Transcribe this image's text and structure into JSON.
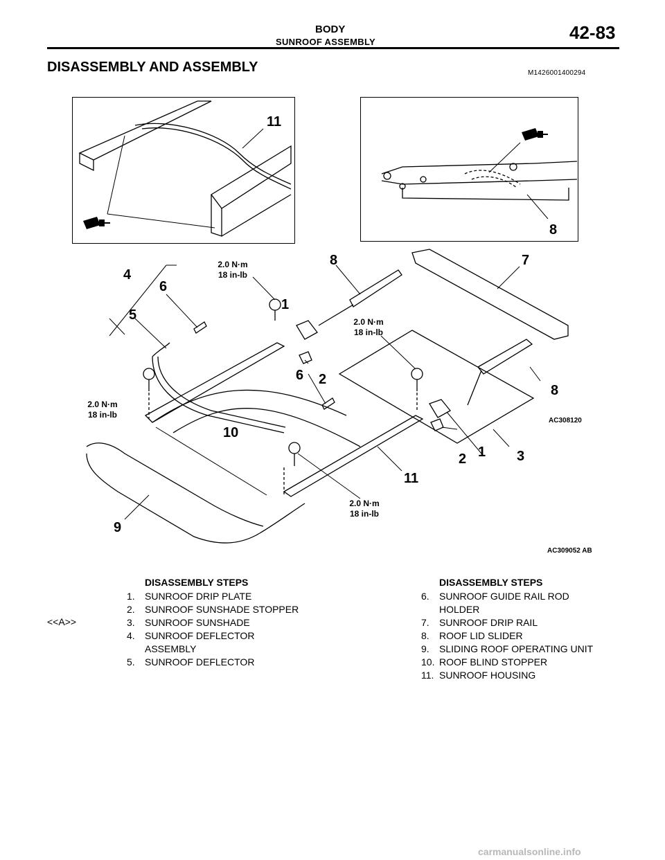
{
  "header": {
    "section": "BODY",
    "subsection": "SUNROOF ASSEMBLY",
    "page": "42-83"
  },
  "title": "DISASSEMBLY AND ASSEMBLY",
  "doc_id": "M1426001400294",
  "figure": {
    "top_left_label": "11",
    "top_right_label": "8",
    "labels": {
      "l4": "4",
      "l6a": "6",
      "l5": "5",
      "l8a": "8",
      "l7": "7",
      "l1a": "1",
      "l6b": "6",
      "l2a": "2",
      "l8b": "8",
      "l10": "10",
      "l2b": "2",
      "l1b": "1",
      "l3": "3",
      "l11": "11",
      "l9": "9"
    },
    "torque": {
      "value": "2.0 N·m",
      "imperial": "18 in-lb"
    },
    "inset_code": "AC308120",
    "figure_code": "AC309052",
    "figure_code_suffix": "AB"
  },
  "steps_heading": "DISASSEMBLY STEPS",
  "steps_left": [
    {
      "num": "1.",
      "text": "SUNROOF DRIP PLATE"
    },
    {
      "num": "2.",
      "text": "SUNROOF SUNSHADE STOPPER"
    },
    {
      "num": "3.",
      "text": "SUNROOF SUNSHADE"
    },
    {
      "num": "4.",
      "text": "SUNROOF DEFLECTOR ASSEMBLY"
    },
    {
      "num": "5.",
      "text": "SUNROOF DEFLECTOR"
    }
  ],
  "note_marker": "<<A>>",
  "steps_right": [
    {
      "num": "6.",
      "text": "SUNROOF GUIDE RAIL ROD HOLDER"
    },
    {
      "num": "7.",
      "text": "SUNROOF DRIP RAIL"
    },
    {
      "num": "8.",
      "text": "ROOF LID SLIDER"
    },
    {
      "num": "9.",
      "text": "SLIDING ROOF OPERATING UNIT"
    },
    {
      "num": "10.",
      "text": "ROOF BLIND STOPPER"
    },
    {
      "num": "11.",
      "text": "SUNROOF HOUSING"
    }
  ],
  "watermark": "carmanualsonline.info"
}
